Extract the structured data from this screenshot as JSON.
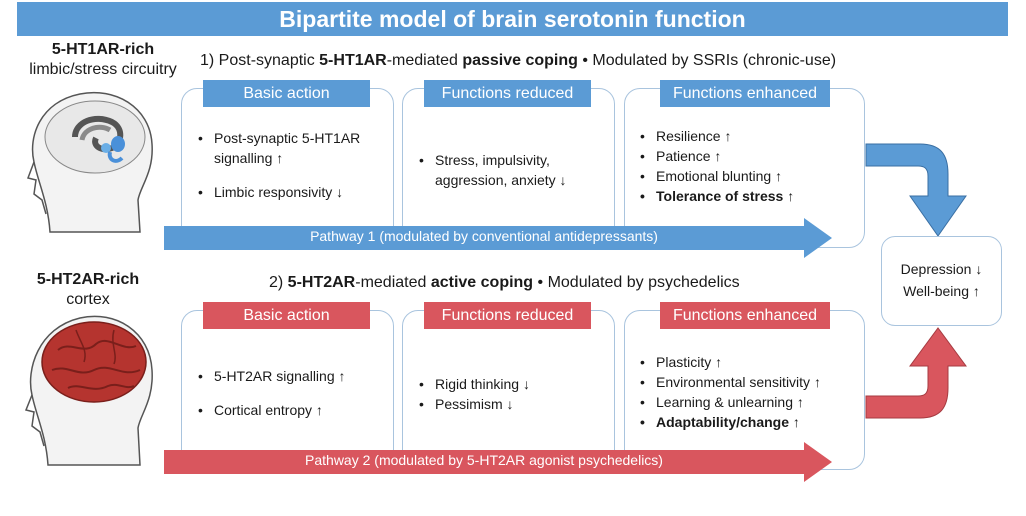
{
  "title": "Bipartite model of brain serotonin function",
  "pathway1": {
    "side_label_line1": "5-HT1AR-rich",
    "side_label_line2": "limbic/stress circuitry",
    "heading_prefix": "1) Post-synaptic ",
    "heading_receptor": "5-HT1AR",
    "heading_mid": "-mediated ",
    "heading_coping": "passive coping",
    "heading_suffix": " • Modulated by SSRIs (chronic-use)",
    "basic_action_header": "Basic action",
    "basic_action_items": [
      "Post-synaptic 5-HT1AR signalling ↑",
      "Limbic responsivity ↓"
    ],
    "reduced_header": "Functions reduced",
    "reduced_items": [
      "Stress, impulsivity, aggression, anxiety ↓"
    ],
    "enhanced_header": "Functions enhanced",
    "enhanced_items": [
      "Resilience ↑",
      "Patience ↑",
      "Emotional blunting ↑",
      "Tolerance of stress ↑"
    ],
    "arrow_label": "Pathway 1 (modulated by conventional antidepressants)",
    "color": "#5b9bd5"
  },
  "pathway2": {
    "side_label_line1": "5-HT2AR-rich",
    "side_label_line2": "cortex",
    "heading_prefix": "2) ",
    "heading_receptor": "5-HT2AR",
    "heading_mid": "-mediated ",
    "heading_coping": "active coping",
    "heading_suffix": " • Modulated by psychedelics",
    "basic_action_header": "Basic action",
    "basic_action_items": [
      "5-HT2AR signalling ↑",
      "Cortical entropy ↑"
    ],
    "reduced_header": "Functions reduced",
    "reduced_items": [
      "Rigid thinking ↓",
      "Pessimism ↓"
    ],
    "enhanced_header": "Functions enhanced",
    "enhanced_items": [
      "Plasticity ↑",
      "Environmental sensitivity ↑",
      "Learning & unlearning ↑",
      "Adaptability/change ↑"
    ],
    "arrow_label": "Pathway 2 (modulated by 5-HT2AR agonist psychedelics)",
    "color": "#d9565e"
  },
  "outcome": {
    "line1": "Depression ↓",
    "line2": "Well-being ↑"
  }
}
